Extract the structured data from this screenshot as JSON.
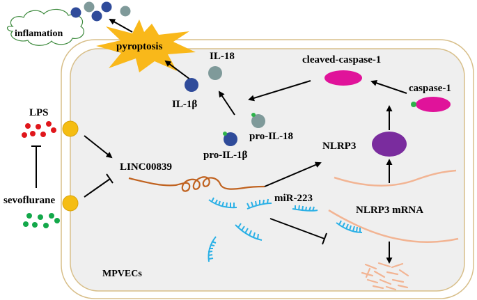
{
  "labels": {
    "inflammation": "inflamation",
    "pyroptosis": "pyroptosis",
    "il18": "IL-18",
    "il1b": "IL-1β",
    "cleaved_caspase1": "cleaved-caspase-1",
    "caspase1": "caspase-1",
    "pro_il18": "pro-IL-18",
    "pro_il1b": "pro-IL-1β",
    "nlrp3": "NLRP3",
    "linc": "LINC00839",
    "mir223": "miR-223",
    "nlrp3_mrna": "NLRP3 mRNA",
    "lps": "LPS",
    "sevoflurane": "sevoflurane",
    "cell": "MPVECs"
  },
  "colors": {
    "cell_fill": "#efefef",
    "cell_border": "#d8bf8a",
    "lps_dots": "#e0161b",
    "sevo_dots": "#13a84a",
    "receptor": "#f5bd12",
    "il1b": "#2f4b9a",
    "il18": "#7f9a9a",
    "caspase": "#e0139a",
    "nlrp3": "#7a2c9e",
    "linc_rna": "#c0621f",
    "mirna": "#2ab0e6",
    "mrna": "#f2b493",
    "pyroptosis_burst": "#f9b81a",
    "cloud_stroke": "#3d8a3d",
    "green_dot": "#2db34a"
  }
}
